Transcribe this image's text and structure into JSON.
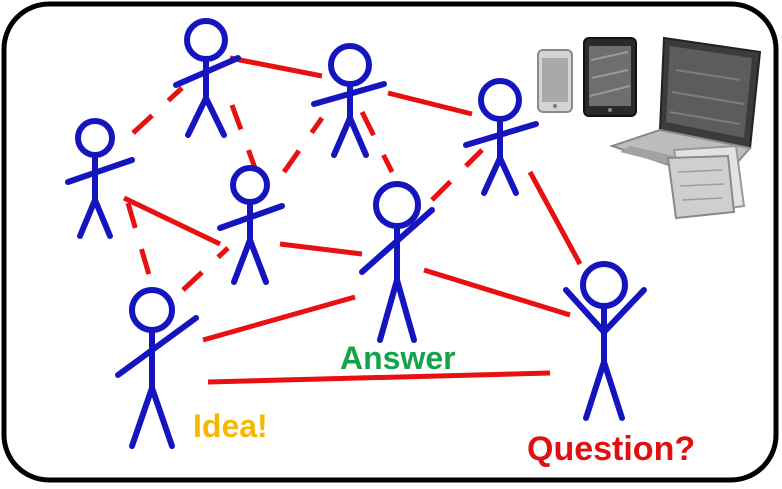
{
  "labels": {
    "answer": "Answer",
    "idea": "Idea!",
    "question": "Question?"
  },
  "colors": {
    "figure": "#1515c0",
    "link": "#e81010",
    "answer": "#13a44b",
    "idea": "#f5b800",
    "question": "#e01010",
    "frame": "#000000"
  },
  "icons": [
    "smartphone-icon",
    "tablet-icon",
    "laptop-icon",
    "paper-documents-icon"
  ]
}
